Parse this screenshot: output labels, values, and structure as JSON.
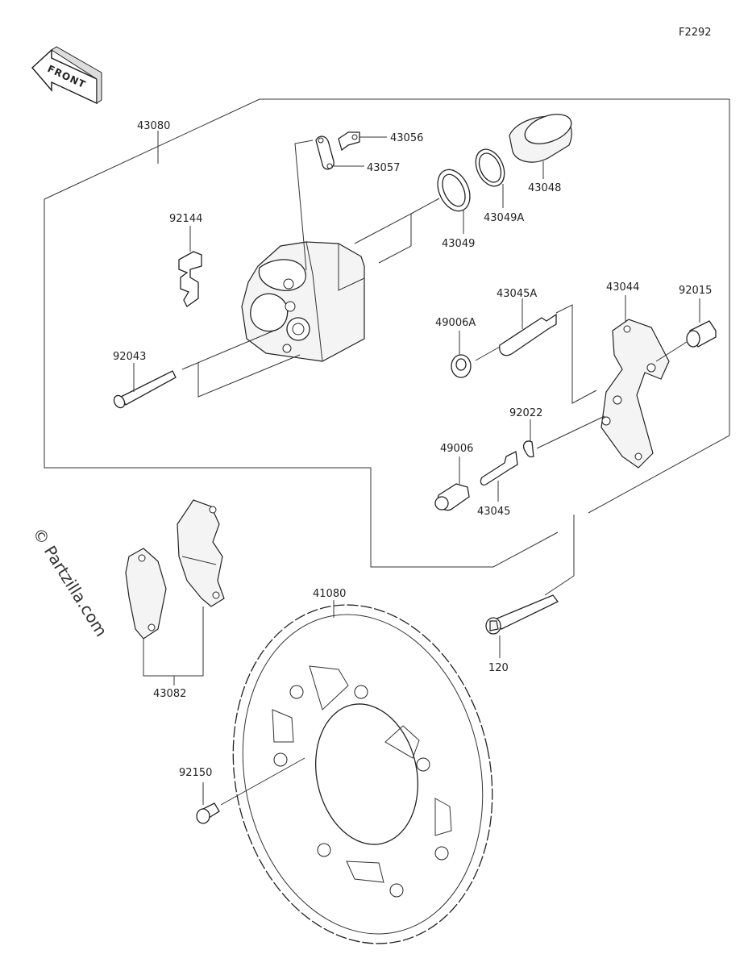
{
  "diagram_code": "F2292",
  "front_label": "FRONT",
  "watermark": "© Partzilla.com",
  "labels": {
    "p43080": "43080",
    "p43056": "43056",
    "p43057": "43057",
    "p43048": "43048",
    "p43049A": "43049A",
    "p43049": "43049",
    "p92144": "92144",
    "p92043": "92043",
    "p43045A": "43045A",
    "p49006A": "49006A",
    "p43044": "43044",
    "p92015": "92015",
    "p92022": "92022",
    "p49006": "49006",
    "p43045": "43045",
    "p41080": "41080",
    "p43082": "43082",
    "p120": "120",
    "p92150": "92150"
  }
}
